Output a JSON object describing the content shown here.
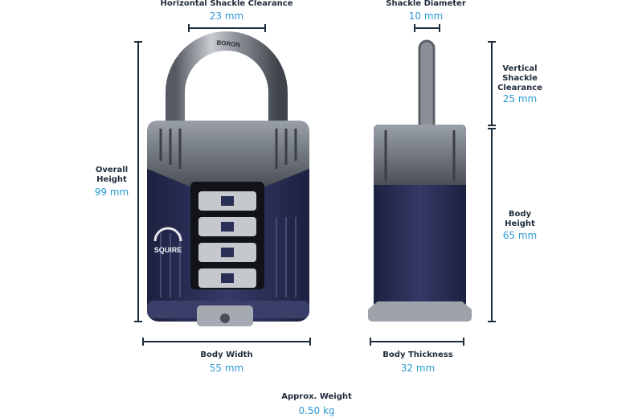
{
  "dimensions": {
    "horizontal_shackle_clearance": {
      "label": "Horizontal Shackle Clearance",
      "value": "23 mm"
    },
    "shackle_diameter": {
      "label": "Shackle Diameter",
      "value": "10 mm"
    },
    "overall_height": {
      "label_line1": "Overall",
      "label_line2": "Height",
      "value": "99 mm"
    },
    "vertical_shackle_clearance": {
      "label_line1": "Vertical",
      "label_line2": "Shackle",
      "label_line3": "Clearance",
      "value": "25 mm"
    },
    "body_height": {
      "label_line1": "Body",
      "label_line2": "Height",
      "value": "65 mm"
    },
    "body_width": {
      "label": "Body Width",
      "value": "55 mm"
    },
    "body_thickness": {
      "label": "Body Thickness",
      "value": "32 mm"
    },
    "weight": {
      "label": "Approx. Weight",
      "value": "0.50 kg"
    }
  },
  "product": {
    "brand_logo": "SQUIRE",
    "shackle_engraving": "BORON"
  },
  "colors": {
    "dimension_line": "#1e2b3a",
    "value_text": "#2b9ad3",
    "body_blue": "#2a2f55",
    "steel": "#8f949c"
  }
}
